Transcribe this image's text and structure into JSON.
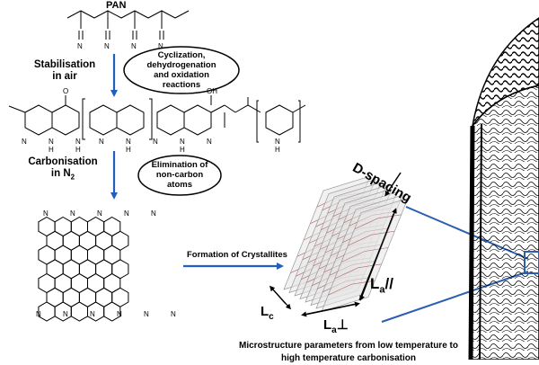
{
  "title": "PAN",
  "steps": {
    "stabilisation": {
      "label": "Stabilisation in air",
      "line1": "Stabilisation",
      "line2": "in air"
    },
    "carbonisation": {
      "label": "Carbonisation in N2",
      "line1": "Carbonisation",
      "line2": "in N",
      "sub": "2"
    }
  },
  "reactions": {
    "stabilisation": {
      "line1": "Cyclization,",
      "line2": "dehydrogenation",
      "line3": "and oxidation",
      "line4": "reactions"
    },
    "carbonisation": {
      "line1": "Elimination of",
      "line2": "non-carbon",
      "line3": "atoms"
    }
  },
  "crystallite": {
    "formation_label": "Formation of Crystallites",
    "d_spacing_label": "D-spacing",
    "lc_main": "L",
    "lc_sub": "c",
    "la_parallel_main": "L",
    "la_parallel_sub": "a",
    "la_parallel_sym": "//",
    "la_perp_main": "L",
    "la_perp_sub": "a",
    "la_perp_sym": "⊥"
  },
  "atoms": {
    "nitrogen": "N",
    "hydrogen": "H",
    "oxygen": "O",
    "hydroxyl": "OH"
  },
  "caption": {
    "line1": "Microstructure parameters from low temperature to",
    "line2": "high temperature carbonisation"
  },
  "colors": {
    "arrow": "#1f5fbf",
    "zoom_line": "#2b5fb0",
    "crystallite_line": "#b06a6a"
  }
}
